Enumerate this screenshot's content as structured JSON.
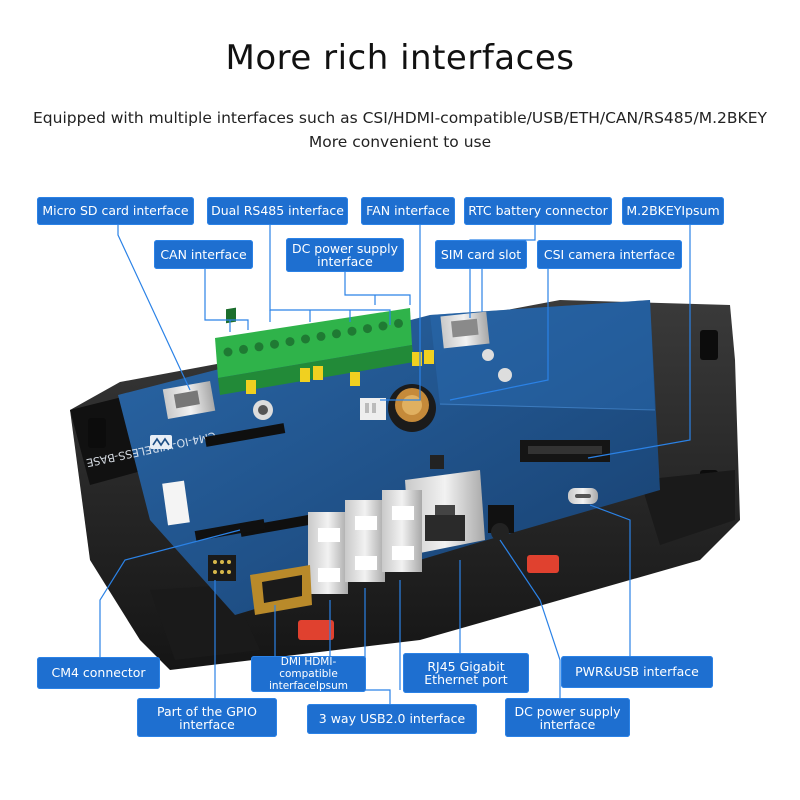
{
  "title": "More rich interfaces",
  "subtitle_line1": "Equipped with multiple interfaces such as CSI/HDMI-compatible/USB/ETH/CAN/RS485/M.2BKEY",
  "subtitle_line2": "More convenient to use",
  "board_silkscreen": "CM4-IO-WIRELESS-BASE",
  "callouts": {
    "micro_sd": "Micro SD card interface",
    "dual_rs485": "Dual RS485 interface",
    "fan": "FAN interface",
    "rtc": "RTC battery connector",
    "m2bkey": "M.2BKEYIpsum",
    "can": "CAN interface",
    "dc_power_top": "DC power supply interface",
    "sim": "SIM card slot",
    "csi": "CSI camera interface",
    "cm4": "CM4 connector",
    "hdmi": "DMI HDMI-compatible interfaceIpsum",
    "rj45": "RJ45 Gigabit Ethernet port",
    "pwr_usb": "PWR&USB interface",
    "gpio": "Part of the GPIO interface",
    "usb2": "3 way USB2.0 interface",
    "dc_power_bottom": "DC power supply interface"
  },
  "colors": {
    "callout_bg": "#1e6fd0",
    "leader_line": "#2b82e6",
    "pcb": "#1d4f86",
    "terminal_block": "#2fb34a",
    "enclosure": "#2a2a2a"
  }
}
